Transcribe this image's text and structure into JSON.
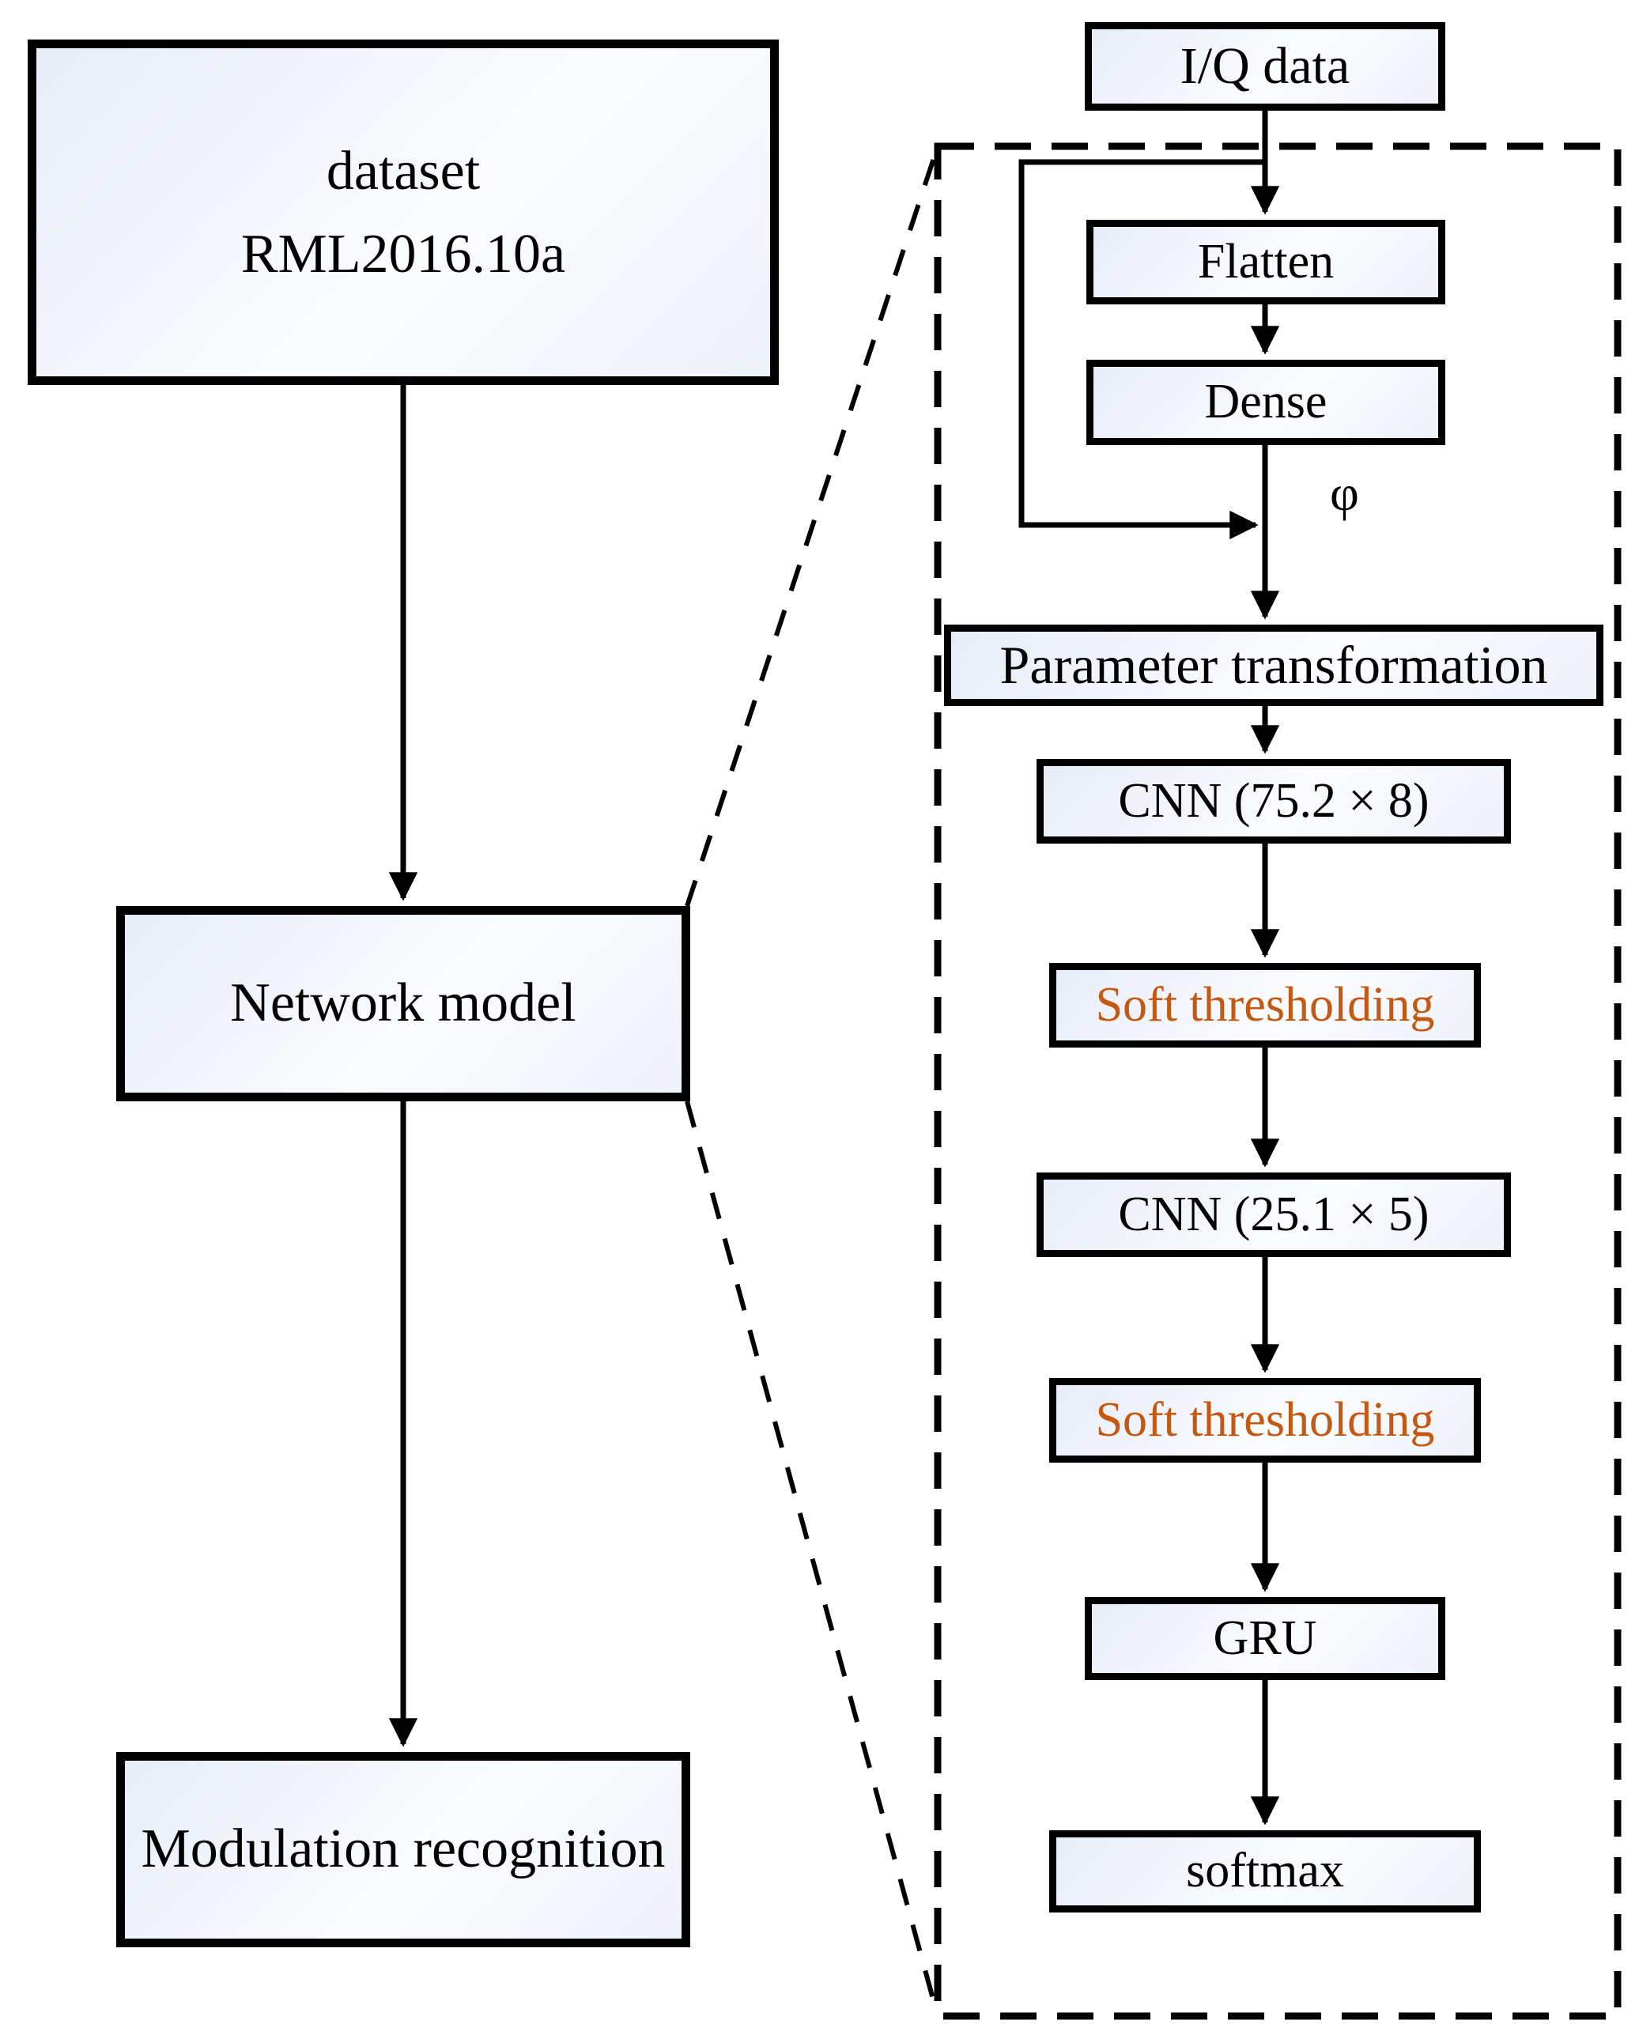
{
  "diagram": {
    "left_column": {
      "dataset_box": {
        "line1": "dataset",
        "line2": "RML2016.10a"
      },
      "network_box": {
        "label": "Network model"
      },
      "modulation_box": {
        "label": "Modulation recognition"
      }
    },
    "right_column": {
      "iq_box": {
        "label": "I/Q data"
      },
      "phi_label": "φ",
      "steps": [
        {
          "id": "flatten",
          "label": "Flatten",
          "text_color": "#000000"
        },
        {
          "id": "dense",
          "label": "Dense",
          "text_color": "#000000"
        },
        {
          "id": "parameter-transformation",
          "label": "Parameter transformation",
          "text_color": "#000000"
        },
        {
          "id": "cnn-1",
          "label": "CNN (75.2 × 8)",
          "text_color": "#000000"
        },
        {
          "id": "soft-thresholding-1",
          "label": "Soft thresholding",
          "text_color": "#c45911"
        },
        {
          "id": "cnn-2",
          "label": "CNN (25.1 × 5)",
          "text_color": "#000000"
        },
        {
          "id": "soft-thresholding-2",
          "label": "Soft thresholding",
          "text_color": "#c45911"
        },
        {
          "id": "gru",
          "label": "GRU",
          "text_color": "#000000"
        },
        {
          "id": "softmax",
          "label": "softmax",
          "text_color": "#000000"
        }
      ]
    },
    "colors": {
      "accent_orange": "#c45911",
      "line_black": "#000000",
      "box_fill_tint": "#e7ecf7"
    }
  }
}
